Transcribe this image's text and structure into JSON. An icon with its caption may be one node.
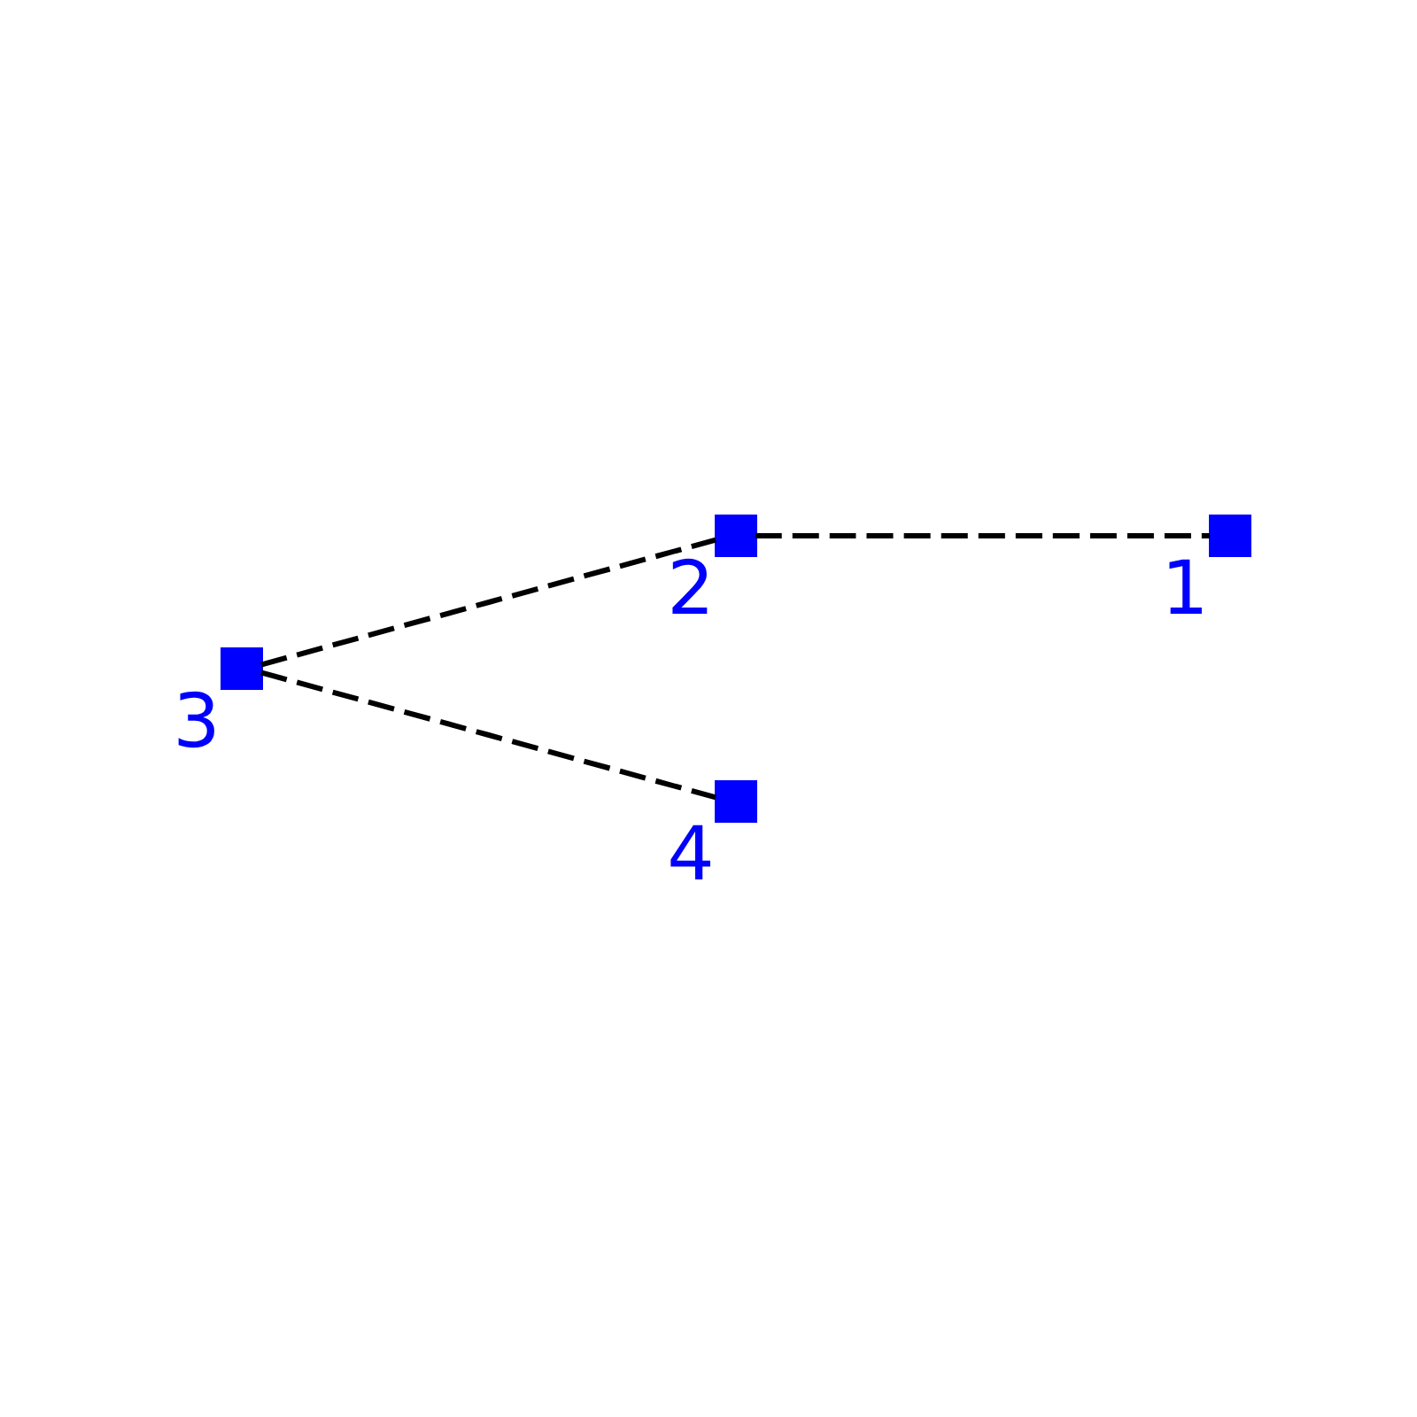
{
  "diagram": {
    "nodes": [
      {
        "text": [],
        "shape": "box",
        "beside": [
          "1"
        ]
      },
      {
        "text": [],
        "shape": "box",
        "beside": [
          "2"
        ]
      },
      {
        "text": [],
        "shape": "box",
        "beside": [
          "3"
        ]
      },
      {
        "text": [],
        "shape": "box",
        "beside": [
          "4"
        ]
      }
    ],
    "edges": [
      {
        "from": 1,
        "to": 0,
        "arrow": "none",
        "style": "dashed"
      },
      {
        "from": 2,
        "to": 1,
        "arrow": "none",
        "style": "dashed"
      },
      {
        "from": 2,
        "to": 3,
        "arrow": "none",
        "style": "dashed"
      }
    ]
  }
}
